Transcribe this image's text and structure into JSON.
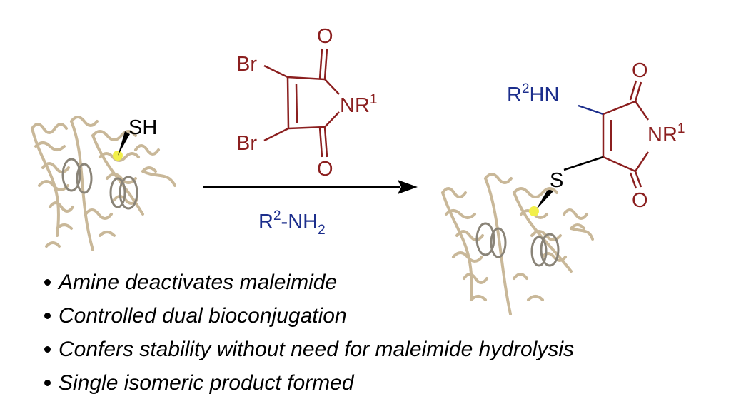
{
  "reagents": {
    "dibromomaleimide": {
      "br_top": "Br",
      "br_bottom": "Br",
      "o_top": "O",
      "o_bottom": "O",
      "n_group": "NR",
      "n_sup": "1"
    },
    "amine": {
      "prefix": "R",
      "prefix_sup": "2",
      "middle": "-NH",
      "sub": "2"
    }
  },
  "starting_protein": {
    "thiol_label": "SH"
  },
  "product": {
    "amine_prefix": "R",
    "amine_sup": "2",
    "amine_suffix": "HN",
    "sulfur_label": "S",
    "o_top": "O",
    "o_bottom": "O",
    "n_group": "NR",
    "n_sup": "1"
  },
  "bullets": [
    "Amine deactivates maleimide",
    "Controlled dual bioconjugation",
    "Confers stability without need for maleimide hydrolysis",
    "Single isomeric product formed"
  ],
  "colors": {
    "maleimide": "#8b1f1f",
    "amine": "#1c2e8c",
    "protein": "#c9b899",
    "cysteine": "#f2ef4a"
  },
  "icons": [
    "protein-ribbon-icon",
    "reaction-arrow-icon"
  ]
}
